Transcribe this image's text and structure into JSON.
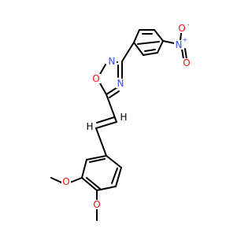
{
  "colors": {
    "background": "#ffffff",
    "bond": "#000000",
    "oxygen": "#ff0d0d",
    "nitrogen": "#3050f8"
  },
  "labels": {
    "ring_oxygen": "O",
    "ring_nitrogen_top": "N",
    "ring_nitrogen_right": "N",
    "nitro_oxygen_top": "O",
    "nitro_oxygen_top_charge": "-",
    "nitro_nitrogen": "N",
    "nitro_nitrogen_charge": "+",
    "nitro_oxygen_bottom": "O",
    "methoxy_oxygen_left": "O",
    "methoxy_oxygen_bottom": "O",
    "alkene_h_upper": "H",
    "alkene_h_lower": "H"
  }
}
